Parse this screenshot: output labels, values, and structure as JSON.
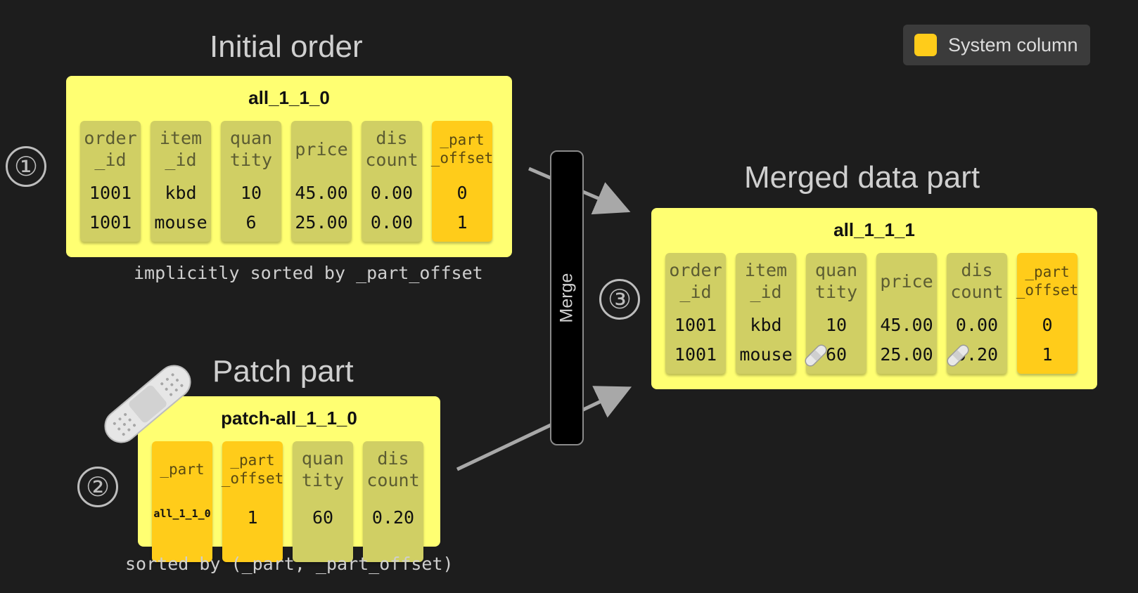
{
  "legend": {
    "label": "System column",
    "color": "#ffcc1a"
  },
  "initial": {
    "title": "Initial order",
    "part_name": "all_1_1_0",
    "caption": "implicitly sorted by _part_offset",
    "step": "①",
    "columns": [
      {
        "header": "order\n_id",
        "values": [
          "1001",
          "1001"
        ],
        "system": false
      },
      {
        "header": "item\n_id",
        "values": [
          "kbd",
          "mouse"
        ],
        "system": false
      },
      {
        "header": "quan\ntity",
        "values": [
          "10",
          "6"
        ],
        "system": false
      },
      {
        "header": "price",
        "values": [
          "45.00",
          "25.00"
        ],
        "system": false
      },
      {
        "header": "dis\ncount",
        "values": [
          "0.00",
          "0.00"
        ],
        "system": false
      },
      {
        "header": "_part\n_offset",
        "values": [
          "0",
          "1"
        ],
        "system": true
      }
    ]
  },
  "patch": {
    "title": "Patch part",
    "part_name": "patch-all_1_1_0",
    "caption": "sorted by (_part, _part_offset)",
    "step": "②",
    "columns": [
      {
        "header": "_part",
        "values": [
          "all_1_1_0"
        ],
        "system": true
      },
      {
        "header": "_part\n_offset",
        "values": [
          "1"
        ],
        "system": true
      },
      {
        "header": "quan\ntity",
        "values": [
          "60"
        ],
        "system": false
      },
      {
        "header": "dis\ncount",
        "values": [
          "0.20"
        ],
        "system": false
      }
    ]
  },
  "merge": {
    "label": "Merge"
  },
  "merged": {
    "title": "Merged data part",
    "part_name": "all_1_1_1",
    "step": "③",
    "columns": [
      {
        "header": "order\n_id",
        "values": [
          "1001",
          "1001"
        ],
        "system": false
      },
      {
        "header": "item\n_id",
        "values": [
          "kbd",
          "mouse"
        ],
        "system": false
      },
      {
        "header": "quan\ntity",
        "values": [
          "10",
          "60"
        ],
        "system": false
      },
      {
        "header": "price",
        "values": [
          "45.00",
          "25.00"
        ],
        "system": false
      },
      {
        "header": "dis\ncount",
        "values": [
          "0.00",
          "0.20"
        ],
        "system": false
      },
      {
        "header": "_part\n_offset",
        "values": [
          "0",
          "1"
        ],
        "system": true
      }
    ]
  }
}
